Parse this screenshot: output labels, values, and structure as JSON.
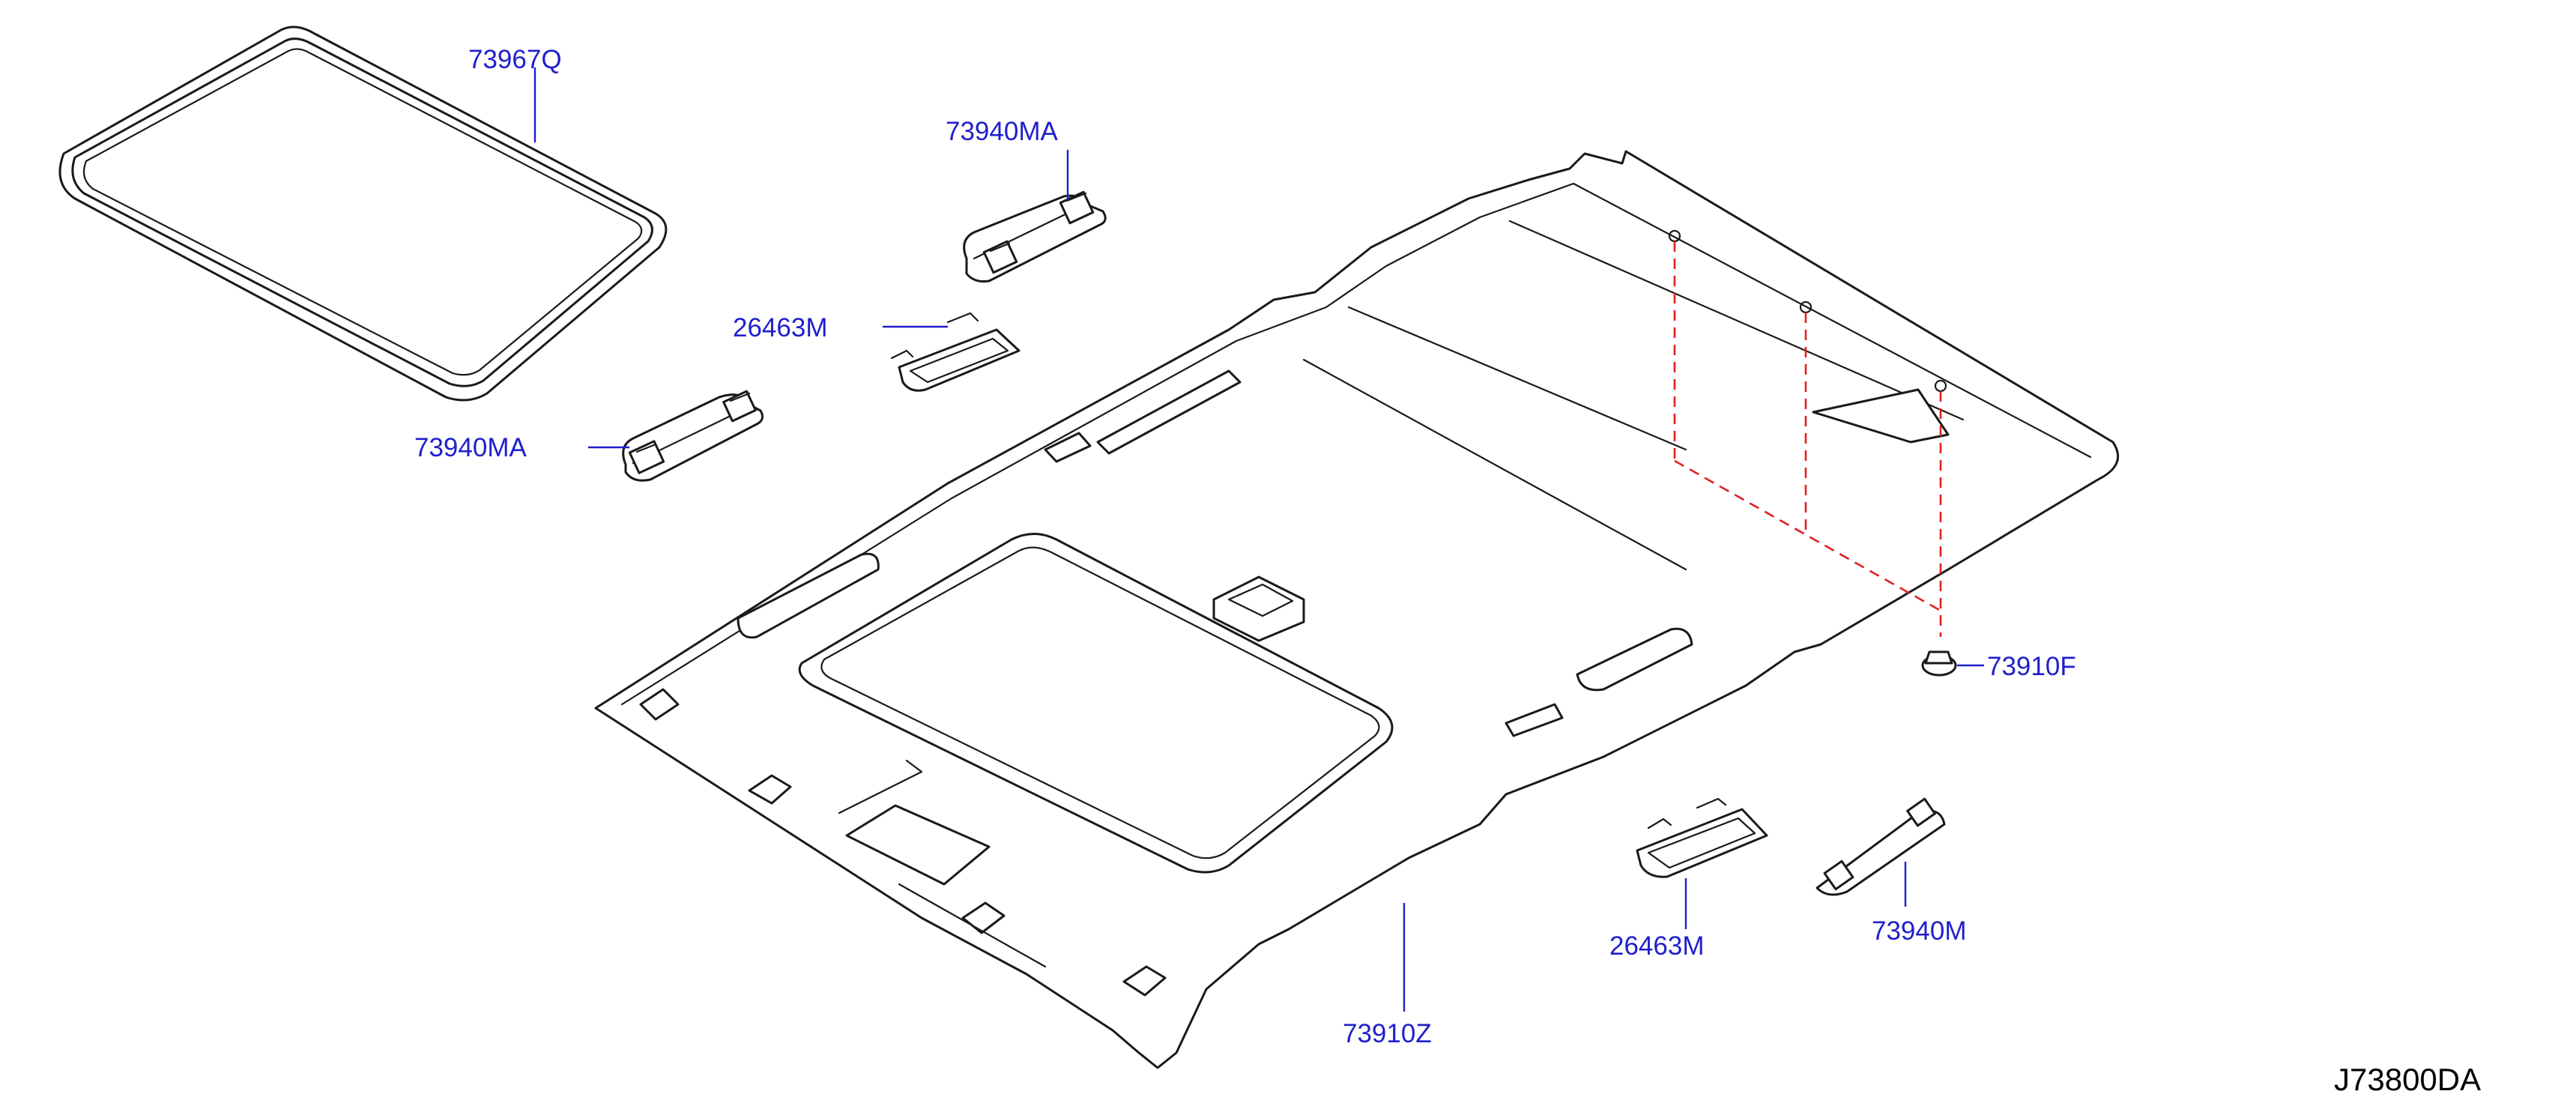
{
  "diagram": {
    "code": "J73800DA",
    "colors": {
      "label": "#1f1fcc",
      "line": "#1a1a1a",
      "dashed_guide": "#e02020",
      "background": "#ffffff"
    },
    "parts": {
      "sunroof_seal": "73967Q",
      "assist_grip_upper": "73940MA",
      "assist_grip_left": "73940MA",
      "sun_visor_cover_upper": "26463M",
      "clip": "73910F",
      "sun_visor_cover_lower": "26463M",
      "assist_grip_right": "73940M",
      "headlining": "73910Z"
    }
  }
}
